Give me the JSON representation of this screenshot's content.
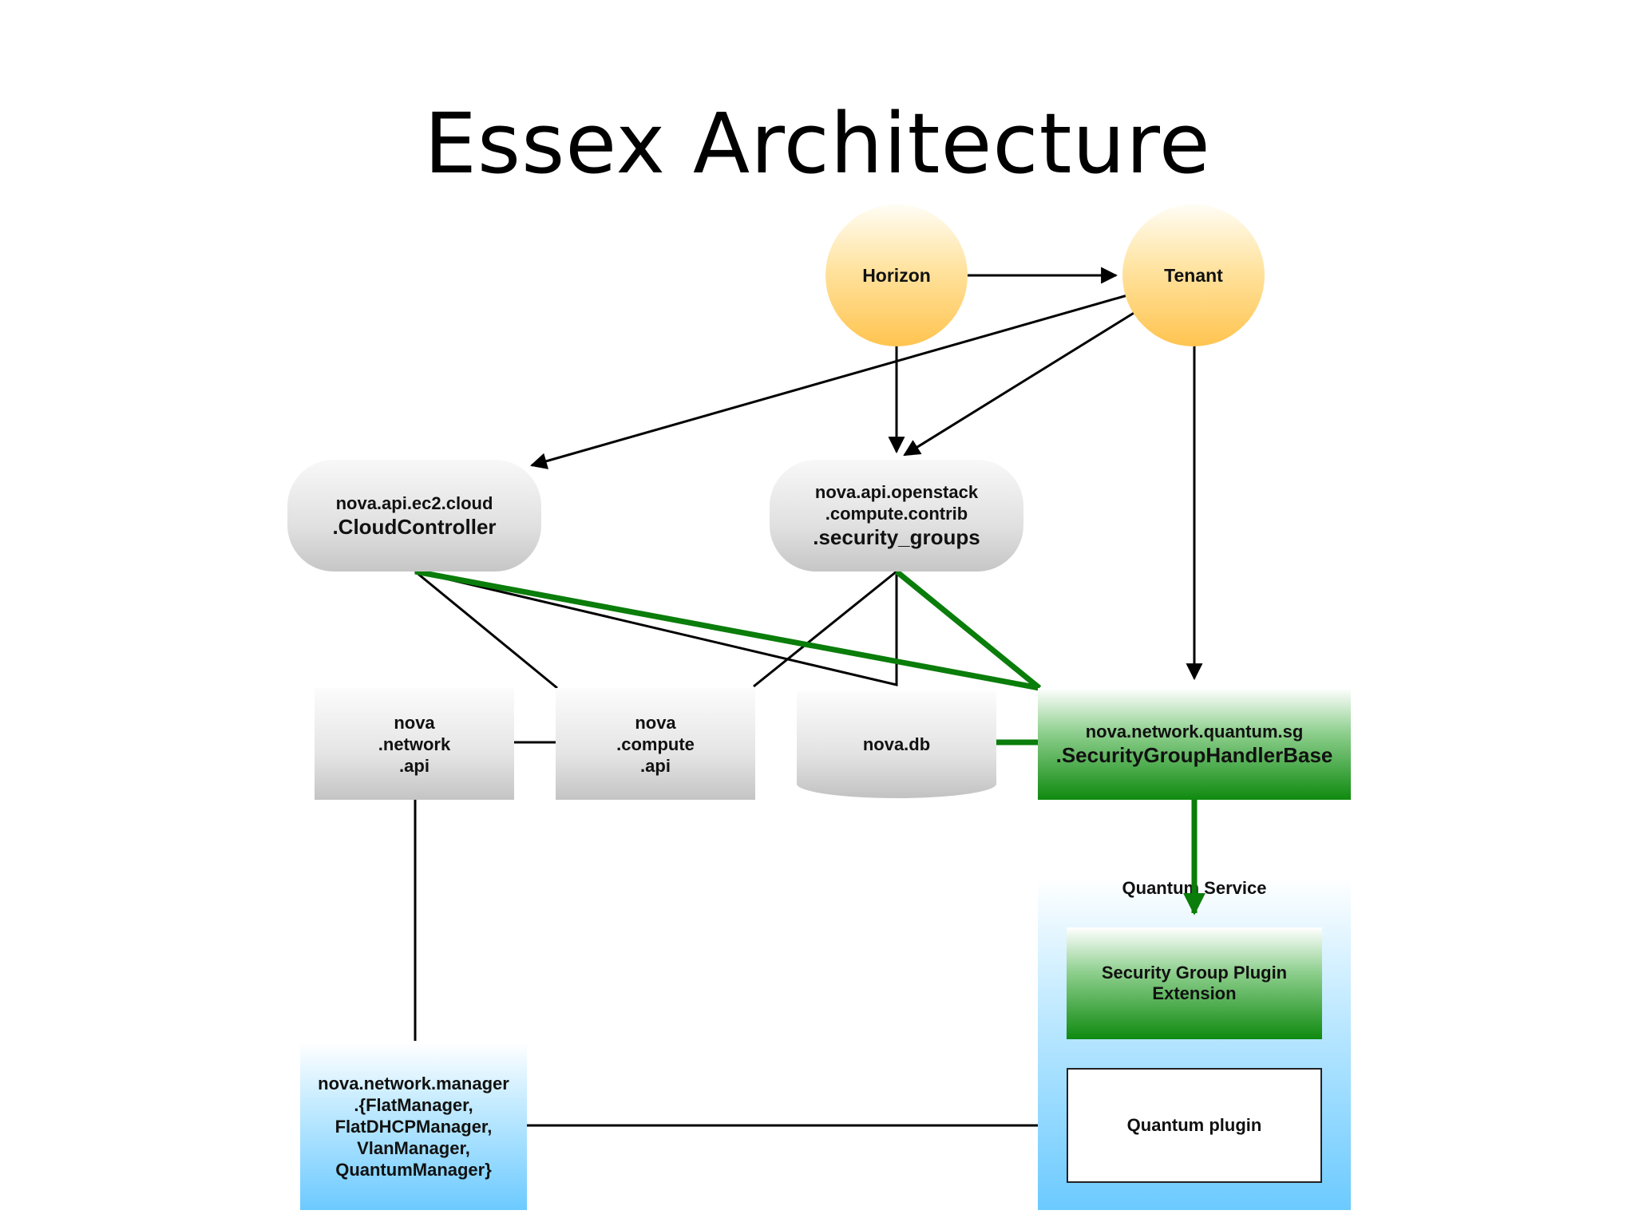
{
  "title": "Essex Architecture",
  "nodes": {
    "horizon": "Horizon",
    "tenant": "Tenant",
    "ec2_line1": "nova.api.ec2.cloud",
    "ec2_line2": ".CloudController",
    "openstack_line1": "nova.api.openstack",
    "openstack_line2": ".compute.contrib",
    "openstack_line3": ".security_groups",
    "network_api_line1": "nova",
    "network_api_line2": ".network",
    "network_api_line3": ".api",
    "compute_api_line1": "nova",
    "compute_api_line2": ".compute",
    "compute_api_line3": ".api",
    "nova_db": "nova.db",
    "sg_handler_line1": "nova.network.quantum.sg",
    "sg_handler_line2": ".SecurityGroupHandlerBase",
    "manager_line1": "nova.network.manager",
    "manager_line2": ".{FlatManager,",
    "manager_line3": "FlatDHCPManager,",
    "manager_line4": "VlanManager,",
    "manager_line5": "QuantumManager}",
    "quantum_service": "Quantum Service",
    "sg_plugin_line1": "Security Group Plugin",
    "sg_plugin_line2": "Extension",
    "quantum_plugin": "Quantum plugin"
  },
  "colors": {
    "highlight_edge": "#0a7d0a",
    "edge": "#000000"
  }
}
